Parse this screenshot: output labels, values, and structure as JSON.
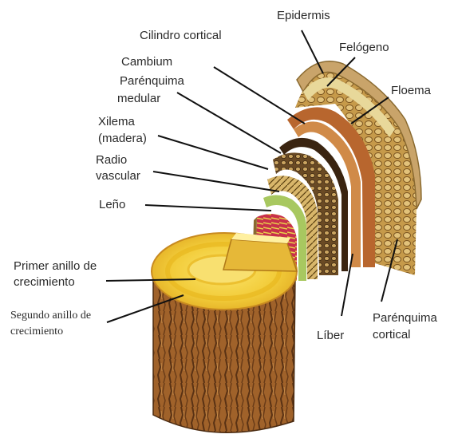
{
  "labels": {
    "epidermis": "Epidermis",
    "cilindro_cortical": "Cilindro cortical",
    "felogeno": "Felógeno",
    "cambium": "Cambium",
    "parenquima_medular_1": "Parénquima",
    "parenquima_medular_2": "medular",
    "floema": "Floema",
    "xilema_1": "Xilema",
    "xilema_2": "(madera)",
    "radio_1": "Radio",
    "radio_2": "vascular",
    "leno": "Leño",
    "primer_1": "Primer anillo de",
    "primer_2": "crecimiento",
    "segundo_1": "Segundo anillo de",
    "segundo_2": "crecimiento",
    "liber": "Líber",
    "parenquima_cortical_1": "Parénquima",
    "parenquima_cortical_2": "cortical"
  },
  "colors": {
    "bark": "#a0622a",
    "bark_dark": "#5a3214",
    "wood_top": "#f5d94a",
    "wood_ring": "#e8b820",
    "epidermis": "#c9a46a",
    "phloem": "#b8662e",
    "xylem": "#d8b66a",
    "pith_green": "#a8c860",
    "pith_red": "#c8304a",
    "leader": "#111111"
  }
}
